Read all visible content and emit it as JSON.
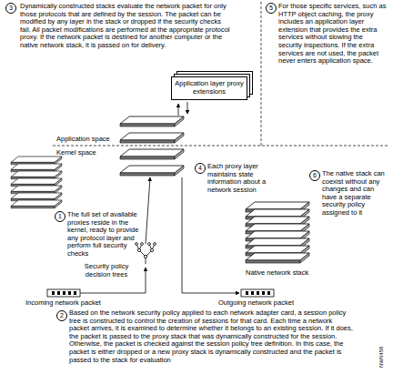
{
  "diagram": {
    "nodes": [
      {
        "text": [
          "Application layer proxy extensions"
        ]
      }
    ],
    "labels": [
      "3",
      "Dynamically constructed stacks evaluate the network packet for only those protocols that are defined by the session. The packet can be modified by any layer in the stack or dropped if the security checks fail. All packet modifications are performed at the appropriate protocol proxy. If the network packet is destined for another computer or the native network stack, it is passed on for delivery.",
      "5",
      "For those specific services, such as HTTP object caching, the proxy includes an application layer extension that provides the extra services without slowing the security inspections. If the extra services are not used, the packet never enters application space.",
      "Application space",
      "Kernel space",
      "4",
      "Each proxy layer maintains state information about a network session",
      "1",
      "The full set of available proxies reside in the kernel, ready to provide any protocol layer and perform full security checks",
      "Security policy decision trees",
      "Native network stack",
      "6",
      "The native stack can coexist without any changes and can have a separate security policy assigned to it",
      "Incoming network packet",
      "Outgoing network packet",
      "2",
      "Based on the network security policy applied to each network adapter card, a session policy tree is constructed to control the creation of sessions for that card. Each time a network packet arrives, it is examined to determine whether it belongs to an existing session. If it does, the packet is passed to the proxy stack that was dynamically constructed for the session. Otherwise, the packet is checked against the session policy tree definition. In this case, the packet is either dropped or a new proxy stack is dynamically constructed and the packet is passed to the stack for evaluation",
      "NW6458"
    ]
  }
}
